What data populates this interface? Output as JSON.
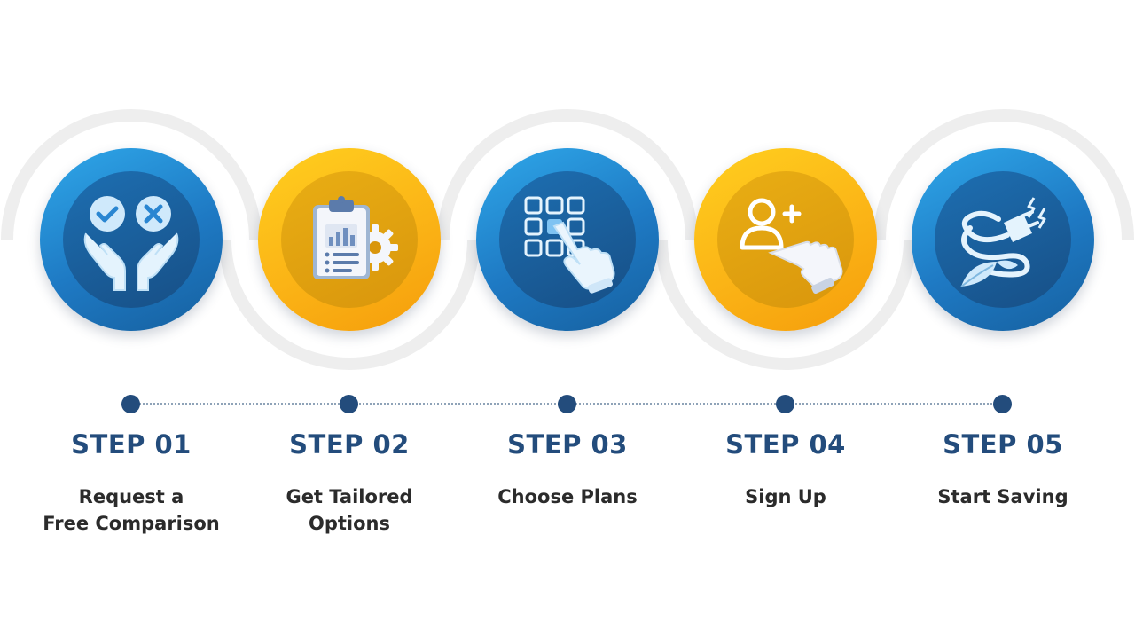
{
  "steps": [
    {
      "title": "STEP 01",
      "desc": [
        "Request a",
        "Free Comparison"
      ],
      "icon": "hands-check-cross-icon",
      "theme": "blue"
    },
    {
      "title": "STEP 02",
      "desc": [
        "Get Tailored",
        "Options"
      ],
      "icon": "clipboard-gear-icon",
      "theme": "yellow"
    },
    {
      "title": "STEP 03",
      "desc": [
        "Choose Plans"
      ],
      "icon": "keypad-tap-icon",
      "theme": "blue"
    },
    {
      "title": "STEP 04",
      "desc": [
        "Sign Up"
      ],
      "icon": "add-user-hand-icon",
      "theme": "yellow"
    },
    {
      "title": "STEP 05",
      "desc": [
        "Start Saving"
      ],
      "icon": "energy-plug-leaf-icon",
      "theme": "blue"
    }
  ],
  "colors": {
    "blue": "#1e79c3",
    "yellow": "#fbb416",
    "navy_text": "#234c7c",
    "dark_text": "#2b2b2b"
  }
}
